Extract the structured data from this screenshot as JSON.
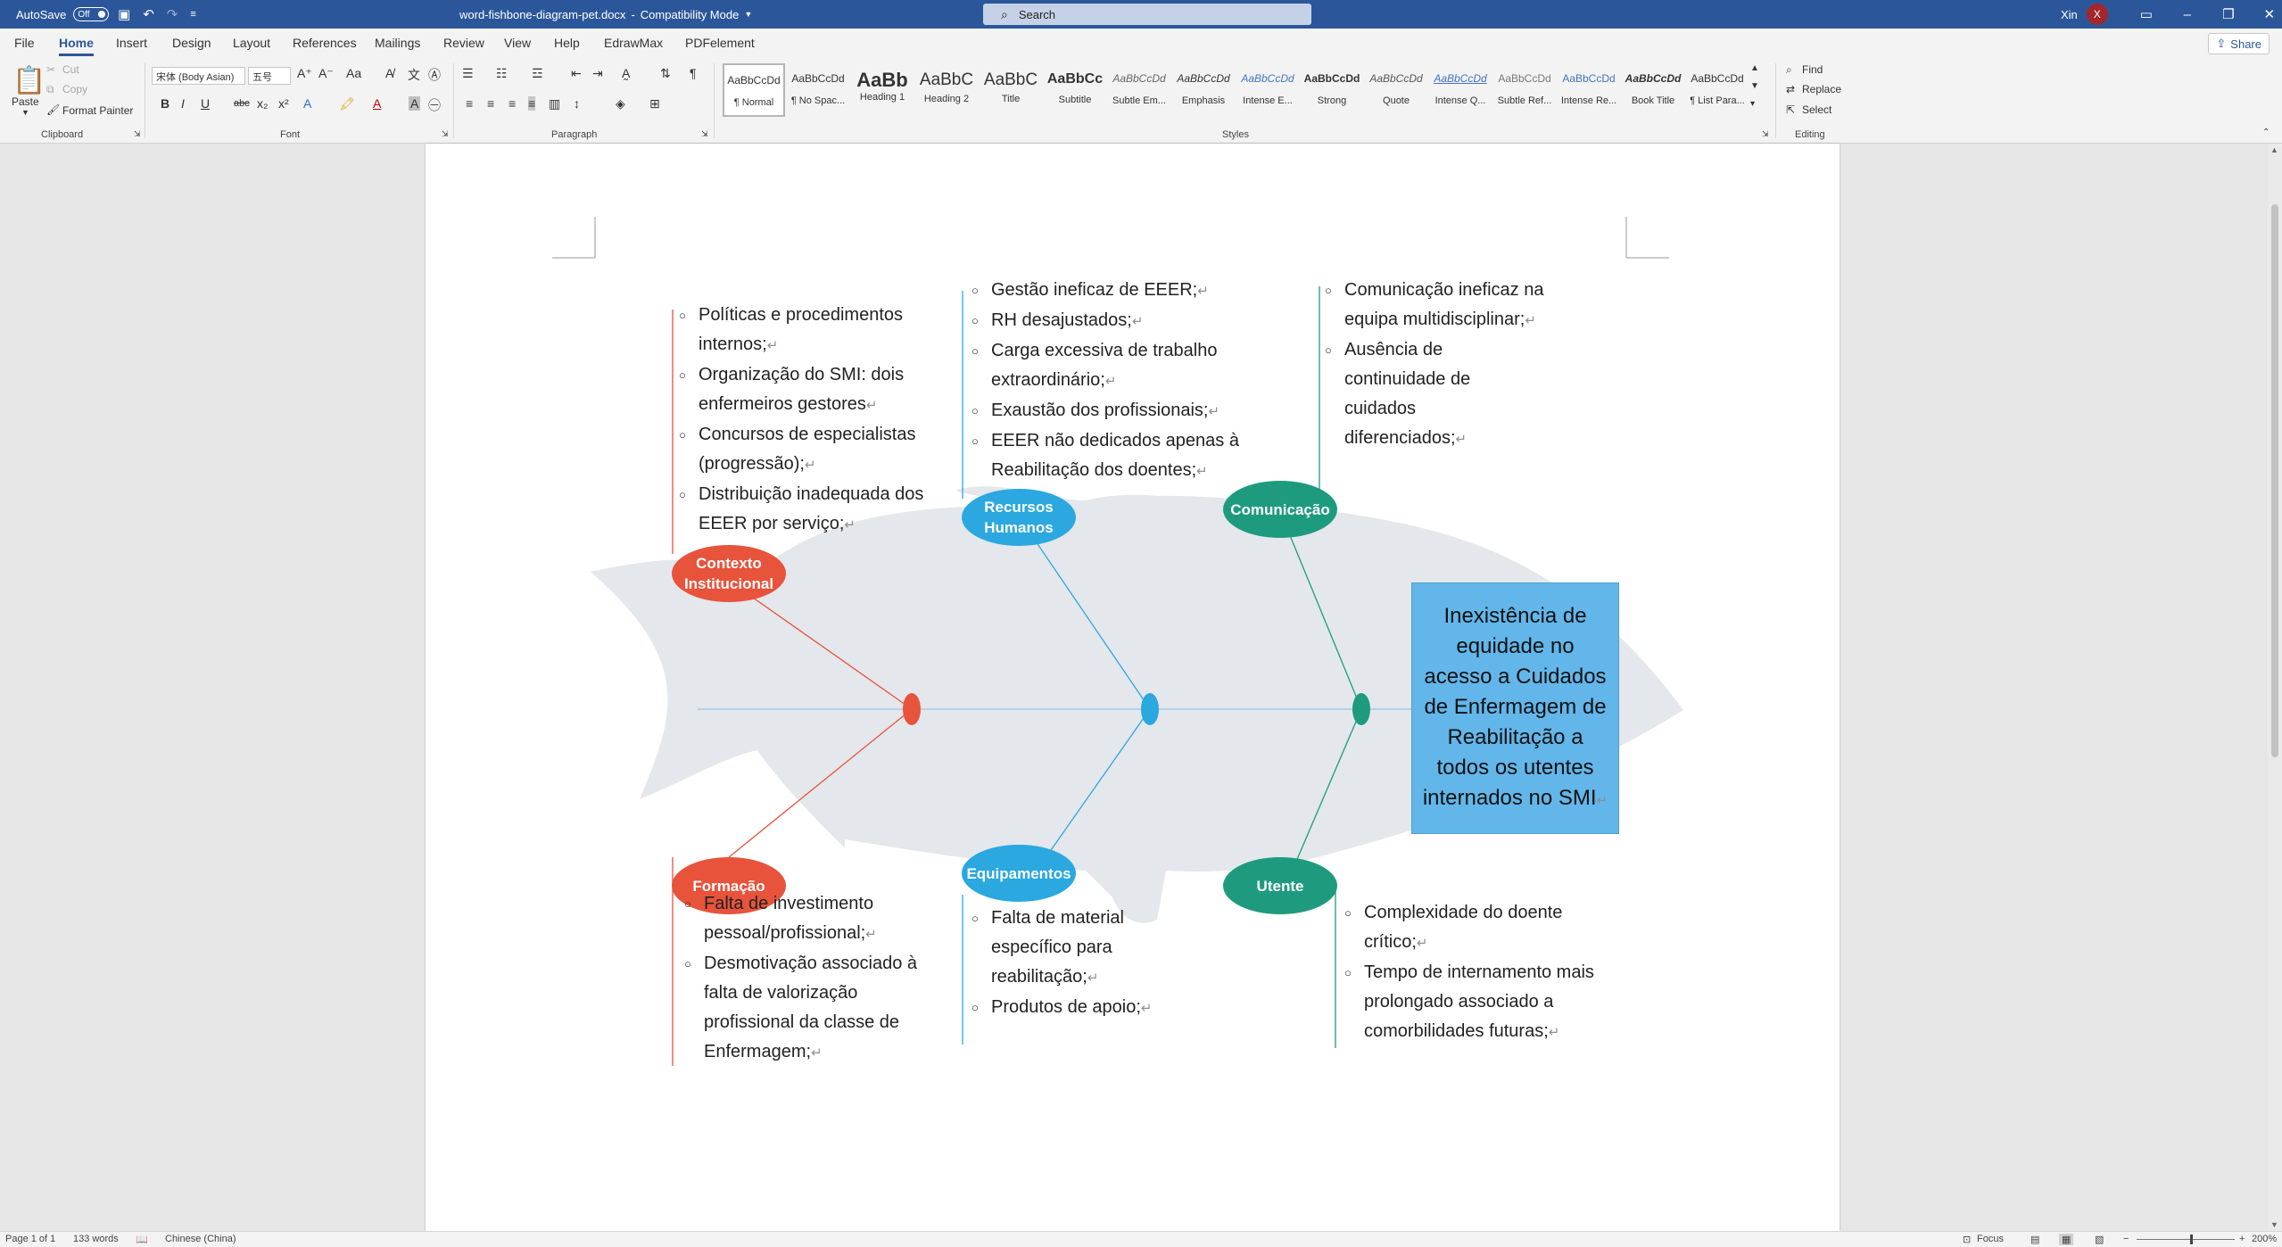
{
  "titlebar": {
    "autosave_label": "AutoSave",
    "autosave_state": "Off",
    "doc_title": "word-fishbone-diagram-pet.docx",
    "separator": "-",
    "mode": "Compatibility Mode",
    "search_placeholder": "Search",
    "user_name": "Xin",
    "user_initial": "X"
  },
  "tabs": [
    "File",
    "Home",
    "Insert",
    "Design",
    "Layout",
    "References",
    "Mailings",
    "Review",
    "View",
    "Help",
    "EdrawMax",
    "PDFelement"
  ],
  "share_label": "Share",
  "ribbon": {
    "clipboard": {
      "paste": "Paste",
      "cut": "Cut",
      "copy": "Copy",
      "format_painter": "Format Painter",
      "label": "Clipboard"
    },
    "font": {
      "name": "宋体 (Body Asian)",
      "size": "五号",
      "label": "Font",
      "change_case": "Aa",
      "bold": "B",
      "italic": "I",
      "underline": "U",
      "strike": "abc",
      "subscript": "x₂",
      "superscript": "x²"
    },
    "paragraph": {
      "label": "Paragraph"
    },
    "styles": {
      "label": "Styles",
      "items": [
        {
          "preview": "AaBbCcDd",
          "name": "¶ Normal"
        },
        {
          "preview": "AaBbCcDd",
          "name": "¶ No Spac..."
        },
        {
          "preview": "AaBb",
          "name": "Heading 1"
        },
        {
          "preview": "AaBbC",
          "name": "Heading 2"
        },
        {
          "preview": "AaBbC",
          "name": "Title"
        },
        {
          "preview": "AaBbCc",
          "name": "Subtitle"
        },
        {
          "preview": "AaBbCcDd",
          "name": "Subtle Em..."
        },
        {
          "preview": "AaBbCcDd",
          "name": "Emphasis"
        },
        {
          "preview": "AaBbCcDd",
          "name": "Intense E..."
        },
        {
          "preview": "AaBbCcDd",
          "name": "Strong"
        },
        {
          "preview": "AaBbCcDd",
          "name": "Quote"
        },
        {
          "preview": "AaBbCcDd",
          "name": "Intense Q..."
        },
        {
          "preview": "AaBbCcDd",
          "name": "Subtle Ref..."
        },
        {
          "preview": "AaBbCcDd",
          "name": "Intense Re..."
        },
        {
          "preview": "AaBbCcDd",
          "name": "Book Title"
        },
        {
          "preview": "AaBbCcDd",
          "name": "¶ List Para..."
        }
      ]
    },
    "editing": {
      "find": "Find",
      "replace": "Replace",
      "select": "Select",
      "label": "Editing"
    }
  },
  "diagram": {
    "effect": "Inexistência de equidade no acesso a Cuidados de Enfermagem de Reabilitação a todos os utentes internados no SMI",
    "categories": {
      "contexto": {
        "label": "Contexto Institucional",
        "color": "#e8533b",
        "items": [
          "Políticas e procedimentos internos;",
          "Organização do SMI: dois enfermeiros gestores",
          "Concursos de especialistas (progressão);",
          "Distribuição inadequada dos EEER por serviço;"
        ]
      },
      "recursos": {
        "label": "Recursos Humanos",
        "color": "#2aa8df",
        "items": [
          "Gestão ineficaz de EEER;",
          "RH desajustados;",
          "Carga excessiva de trabalho extraordinário;",
          "Exaustão dos profissionais;",
          "EEER não dedicados apenas à Reabilitação dos doentes;"
        ]
      },
      "comunicacao": {
        "label": "Comunicação",
        "color": "#1e9b7e",
        "items": [
          "Comunicação ineficaz na equipa multidisciplinar;",
          "Ausência de continuidade de cuidados diferenciados;"
        ]
      },
      "formacao": {
        "label": "Formação",
        "color": "#e8533b",
        "items": [
          "Falta de investimento pessoal/profissional;",
          "Desmotivação associado à falta de valorização profissional da classe de Enfermagem;"
        ]
      },
      "equipamentos": {
        "label": "Equipamentos",
        "color": "#2aa8df",
        "items": [
          "Falta de material específico para reabilitação;",
          "Produtos de apoio;"
        ]
      },
      "utente": {
        "label": "Utente",
        "color": "#1e9b7e",
        "items": [
          "Complexidade do doente crítico;",
          "Tempo de internamento mais prolongado associado a comorbilidades futuras;"
        ]
      }
    },
    "fish_color": "#e4e7ec",
    "spine_color": "#9cc3e6"
  },
  "statusbar": {
    "page": "Page 1 of 1",
    "words": "133 words",
    "language": "Chinese (China)",
    "focus": "Focus",
    "zoom": "200%"
  }
}
